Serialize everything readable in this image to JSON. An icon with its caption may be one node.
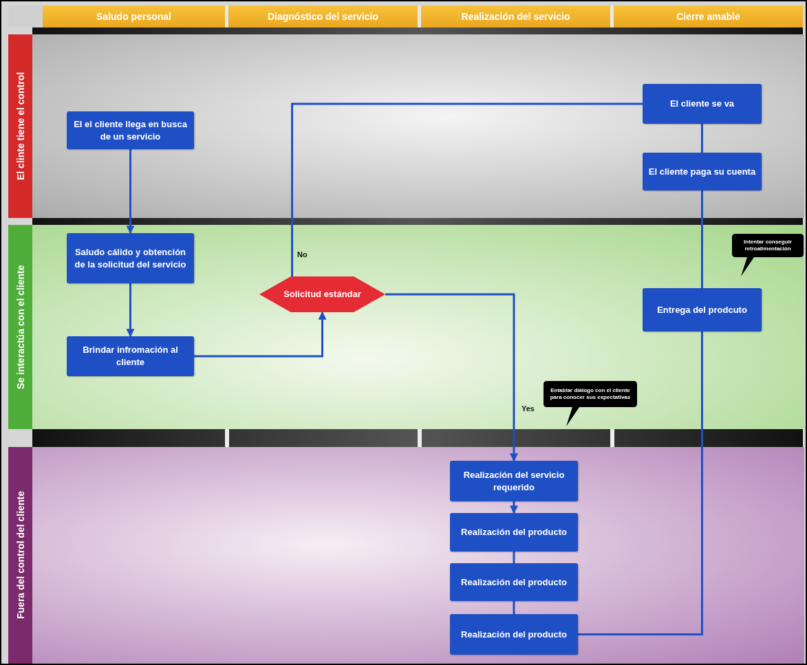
{
  "diagram": {
    "nodes": [
      {
        "text": [
          "Saludo personal"
        ]
      },
      {
        "text": [
          "Diagnóstico del servicio"
        ]
      },
      {
        "text": [
          "Realización del servicio"
        ]
      },
      {
        "text": [
          "Cierre amable"
        ]
      },
      {
        "text": [
          "El clinte tiene el control"
        ]
      },
      {
        "text": [
          "Se interactúa con el cliente"
        ]
      },
      {
        "text": [
          "Fuera del control del cliente"
        ]
      },
      {
        "text": [
          "El el cliente llega en busca de un servicio"
        ],
        "in": 4
      },
      {
        "text": [
          "El cliente se va"
        ],
        "in": 4
      },
      {
        "text": [
          "El cliente paga su cuenta"
        ],
        "in": 4
      },
      {
        "text": [
          "Saludo cálido y obtención de la solicitud del servicio"
        ],
        "in": 5
      },
      {
        "text": [
          "Solicitud estándar"
        ],
        "in": 5
      },
      {
        "text": [
          "Brindar infromación al cliente"
        ],
        "in": 5
      },
      {
        "text": [
          "Entrega del prodcuto"
        ],
        "in": 5
      },
      {
        "text": [
          "Intentar conseguir retroalimentación"
        ],
        "in": 5
      },
      {
        "text": [
          "Entablar diálogo con el cliente para conocer sus expectativas"
        ],
        "in": 5
      },
      {
        "text": [
          "Realización del servicio requerido"
        ],
        "in": 6
      },
      {
        "text": [
          "Realización del producto"
        ],
        "in": 6
      },
      {
        "text": [
          "Realización del producto"
        ],
        "in": 6
      },
      {
        "text": [
          "Realización del producto"
        ],
        "in": 6
      }
    ],
    "edges": [
      {
        "from": 7,
        "to": 10,
        "arrow": "to"
      },
      {
        "from": 10,
        "to": 12,
        "arrow": "to"
      },
      {
        "from": 12,
        "to": 11,
        "arrow": "to"
      },
      {
        "from": 11,
        "to": 8,
        "label": "No",
        "arrow": "none"
      },
      {
        "from": 11,
        "to": 16,
        "label": "Yes",
        "arrow": "to"
      },
      {
        "from": 16,
        "to": 17,
        "arrow": "to"
      },
      {
        "from": 17,
        "to": 18,
        "arrow": "none"
      },
      {
        "from": 18,
        "to": 19,
        "arrow": "none"
      },
      {
        "from": 19,
        "to": 13,
        "arrow": "none"
      },
      {
        "from": 13,
        "to": 9,
        "arrow": "none"
      },
      {
        "from": 9,
        "to": 8,
        "arrow": "none"
      }
    ]
  }
}
